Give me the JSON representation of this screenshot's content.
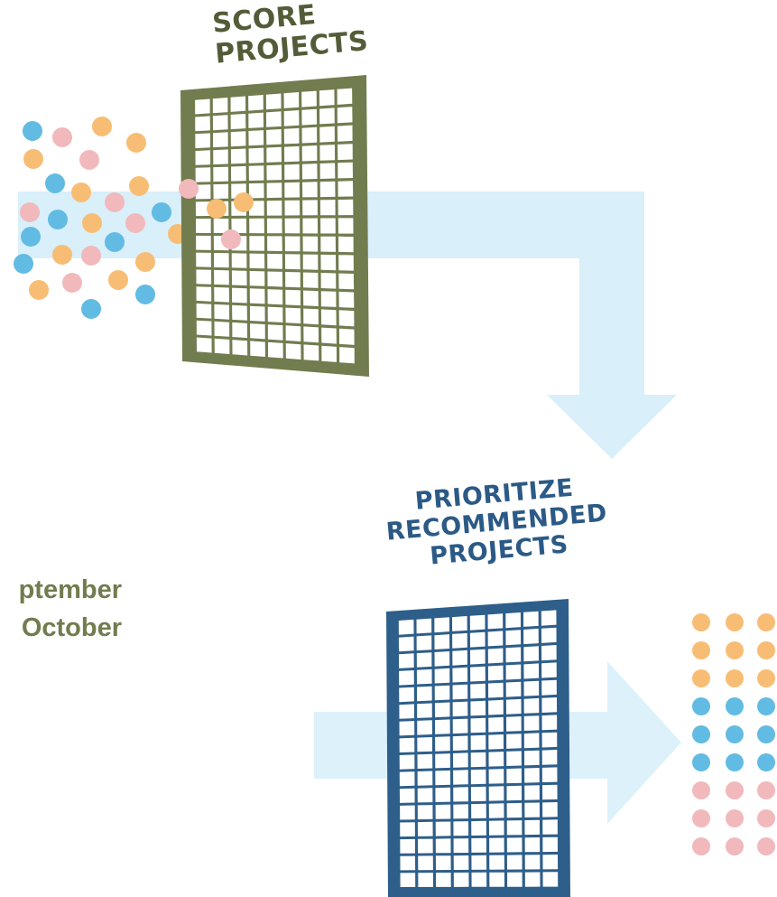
{
  "colors": {
    "score_grid": "#717c4f",
    "prioritize_grid": "#2e5e8a",
    "flow_arrow": "#d7eefa",
    "dot_blue": "#62bbe2",
    "dot_orange": "#f8bd74",
    "dot_pink": "#f1b9bb",
    "label_score": "#535c38",
    "label_prioritize": "#2b5a86",
    "label_dates": "#717c4f"
  },
  "steps": [
    {
      "id": "score",
      "label_lines": [
        "SCORE",
        "PROJECTS"
      ]
    },
    {
      "id": "prioritize",
      "label_lines": [
        "PRIORITIZE",
        "RECOMMENDED",
        "PROJECTS"
      ]
    }
  ],
  "timeline": [
    "ptember",
    "October"
  ],
  "icons": [
    "score-grid-icon",
    "prioritize-grid-icon",
    "flow-arrow-icon"
  ]
}
